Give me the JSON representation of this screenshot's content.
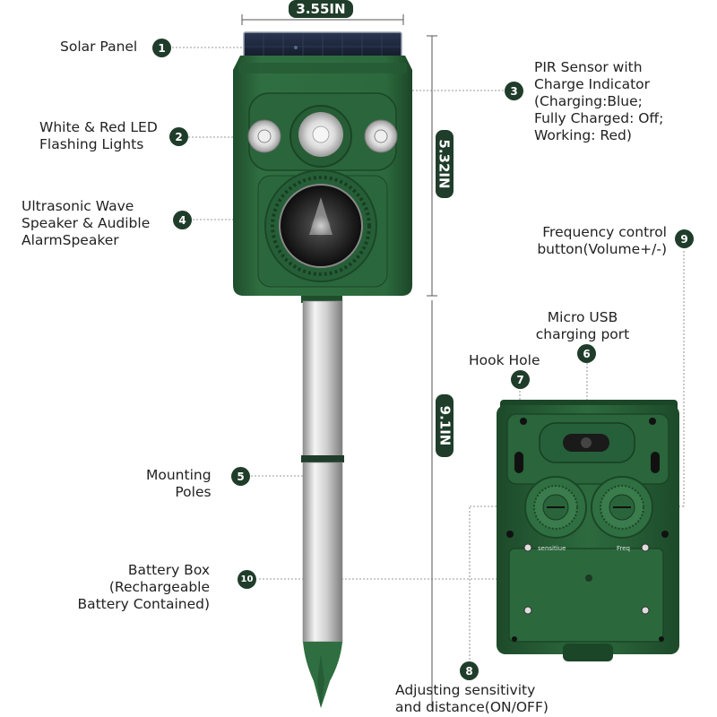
{
  "dimensions": {
    "width": "3.55IN",
    "height_top": "5.32IN",
    "height_pole": "9.1IN"
  },
  "callouts": [
    {
      "number": "1",
      "text": "Solar Panel"
    },
    {
      "number": "2",
      "text": "White & Red LED\nFlashing Lights"
    },
    {
      "number": "3",
      "text": "PIR Sensor with\nCharge Indicator\n(Charging:Blue;\nFully Charged: Off;\nWorking: Red)"
    },
    {
      "number": "4",
      "text": "Ultrasonic Wave\nSpeaker & Audible\nAlarmSpeaker"
    },
    {
      "number": "5",
      "text": "Mounting\nPoles"
    },
    {
      "number": "6",
      "text": "Micro USB\ncharging port"
    },
    {
      "number": "7",
      "text": "Hook Hole"
    },
    {
      "number": "8",
      "text": "Adjusting sensitivity\nand distance(ON/OFF)"
    },
    {
      "number": "9",
      "text": "Frequency control\nbutton(Volume+/-)"
    },
    {
      "number": "10",
      "text": "Battery Box\n(Rechargeable\nBattery Contained)"
    }
  ],
  "device_back": {
    "knob_left_label": "sensitiue",
    "knob_right_label": "Freq"
  },
  "colors": {
    "device_green": "#2e6b3f",
    "device_dark_green": "#1f4d2c",
    "badge": "#1f3d2a",
    "pole_silver": "#c8c8c8"
  }
}
